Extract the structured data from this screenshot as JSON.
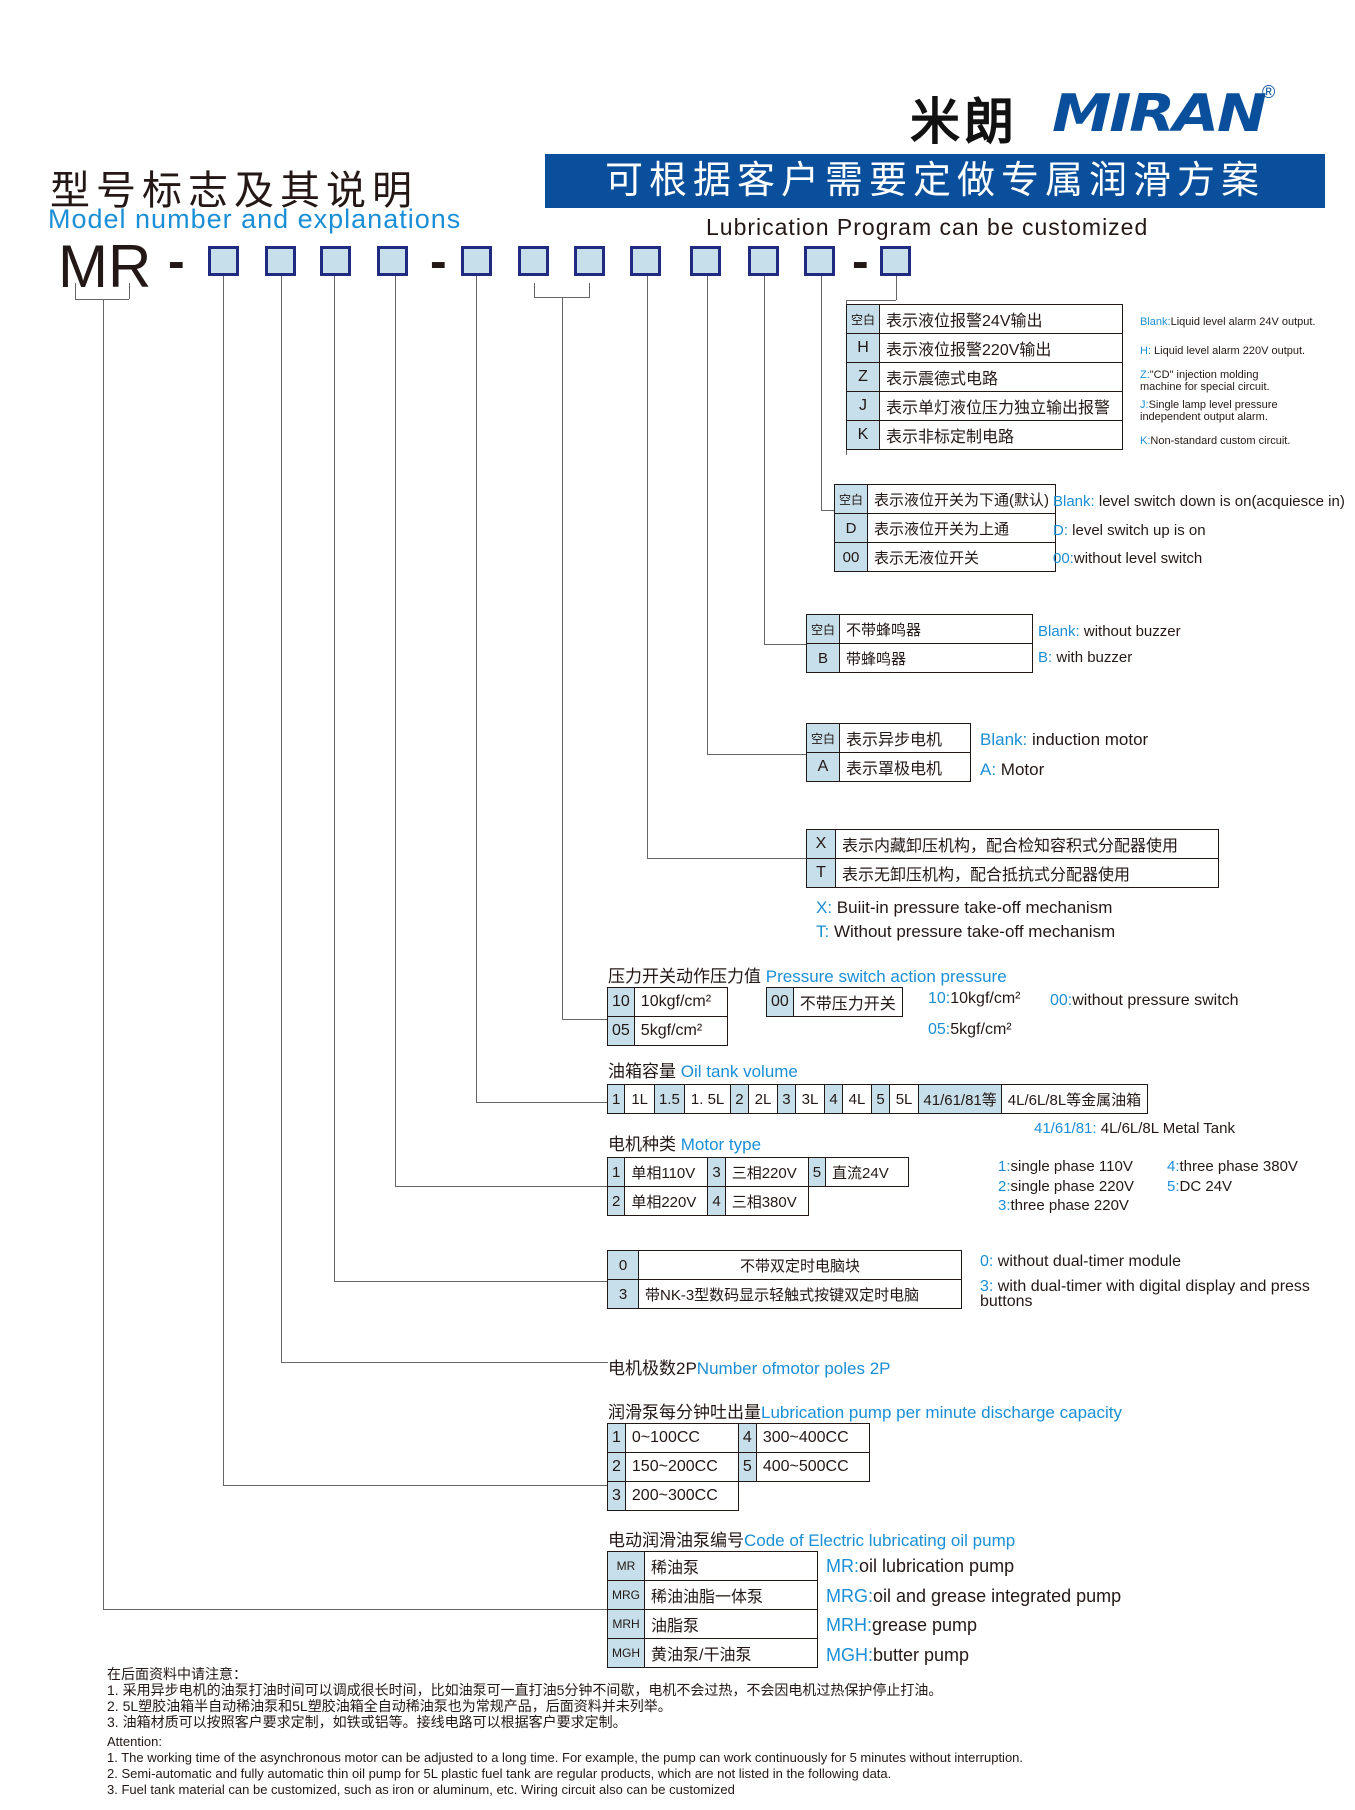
{
  "brand": {
    "name_cn": "米朗",
    "name_en": "MIRAN",
    "registered": "®",
    "color": "#0a4f9b"
  },
  "title": {
    "cn": "型号标志及其说明",
    "en": "Model number and explanations"
  },
  "banner": {
    "cn": "可根据客户需要定做专属润滑方案",
    "en": "Lubrication Program can be customized",
    "color": "#0a4f9b"
  },
  "model_code": {
    "prefix": "MR",
    "dash": "-"
  },
  "accent_color": "#1a8fd6",
  "box_fill": "#c6dfea",
  "circuit": {
    "rows": [
      {
        "key": "空白",
        "cn": "表示液位报警24V输出",
        "en_key": "Blank:",
        "en": "Liquid level alarm 24V output."
      },
      {
        "key": "H",
        "cn": "表示液位报警220V输出",
        "en_key": "H:",
        "en": " Liquid level alarm 220V output."
      },
      {
        "key": "Z",
        "cn": "表示震德式电路",
        "en_key": "Z:",
        "en": "\"CD\" injection molding machine for special circuit."
      },
      {
        "key": "J",
        "cn": "表示单灯液位压力独立输出报警",
        "en_key": "J:",
        "en": "Single lamp level pressure independent output alarm."
      },
      {
        "key": "K",
        "cn": "表示非标定制电路",
        "en_key": "K:",
        "en": "Non-standard custom circuit."
      }
    ]
  },
  "level_switch": {
    "rows": [
      {
        "key": "空白",
        "cn": "表示液位开关为下通(默认)",
        "en_key": "Blank:",
        "en": " level switch down is on(acquiesce in)"
      },
      {
        "key": "D",
        "cn": "表示液位开关为上通",
        "en_key": "D:",
        "en": "  level switch up is on"
      },
      {
        "key": "00",
        "cn": "表示无液位开关",
        "en_key": "00:",
        "en": "without level switch"
      }
    ]
  },
  "buzzer": {
    "rows": [
      {
        "key": "空白",
        "cn": "不带蜂鸣器",
        "en_key": "Blank:",
        "en": " without buzzer"
      },
      {
        "key": "B",
        "cn": "带蜂鸣器",
        "en_key": "B:",
        "en": "  with buzzer"
      }
    ]
  },
  "motor_kind": {
    "rows": [
      {
        "key": "空白",
        "cn": "表示异步电机",
        "en_key": "Blank:",
        "en": " induction motor"
      },
      {
        "key": "A",
        "cn": "表示罩极电机",
        "en_key": "A:",
        "en": "  Motor"
      }
    ]
  },
  "unloading": {
    "rows": [
      {
        "key": "X",
        "cn": "表示内藏卸压机构，配合检知容积式分配器使用",
        "en_key": "X:",
        "en": "  Buiit-in pressure take-off mechanism"
      },
      {
        "key": "T",
        "cn": "表示无卸压机构，配合抵抗式分配器使用",
        "en_key": "T:",
        "en": "  Without pressure take-off mechanism"
      }
    ]
  },
  "pressure": {
    "label_cn": "压力开关动作压力值",
    "label_en": "Pressure switch action pressure",
    "rows": [
      {
        "key": "10",
        "val": "10kgf/cm²"
      },
      {
        "key": "05",
        "val": "5kgf/cm²"
      }
    ],
    "none": {
      "key": "00",
      "val": "不带压力开关"
    },
    "desc": [
      {
        "key": "10:",
        "text": "10kgf/cm²"
      },
      {
        "key": "00:",
        "text": "without pressure switch"
      },
      {
        "key": "05:",
        "text": "5kgf/cm²"
      }
    ]
  },
  "tank": {
    "label_cn": "油箱容量",
    "label_en": "Oil tank volume",
    "cells": [
      {
        "key": "1",
        "val": "1L"
      },
      {
        "key": "1.5",
        "val": "1. 5L"
      },
      {
        "key": "2",
        "val": "2L"
      },
      {
        "key": "3",
        "val": "3L"
      },
      {
        "key": "4",
        "val": "4L"
      },
      {
        "key": "5",
        "val": "5L"
      },
      {
        "key": "41/61/81等",
        "val": "4L/6L/8L等金属油箱"
      }
    ],
    "note_key": "41/61/81:",
    "note": " 4L/6L/8L  Metal Tank"
  },
  "motor_type": {
    "label_cn": "电机种类",
    "label_en": "Motor type",
    "row1": [
      {
        "key": "1",
        "val": "单相110V"
      },
      {
        "key": "3",
        "val": "三相220V"
      },
      {
        "key": "5",
        "val": "直流24V"
      }
    ],
    "row2": [
      {
        "key": "2",
        "val": "单相220V"
      },
      {
        "key": "4",
        "val": "三相380V"
      }
    ],
    "desc": [
      {
        "key": "1:",
        "text": "single phase 110V"
      },
      {
        "key": "4:",
        "text": "three phase 380V"
      },
      {
        "key": "2:",
        "text": "single phase 220V"
      },
      {
        "key": "5:",
        "text": "DC 24V"
      },
      {
        "key": "3:",
        "text": "three phase 220V"
      }
    ]
  },
  "timer": {
    "rows": [
      {
        "key": "0",
        "cn": "不带双定时电脑块",
        "en_key": "0:",
        "en": "  without dual-timer module"
      },
      {
        "key": "3",
        "cn": "带NK-3型数码显示轻触式按键双定时电脑",
        "en_key": "3:",
        "en": "  with dual-timer with digital display and press buttons"
      }
    ]
  },
  "poles": {
    "cn": "电机极数2P",
    "en": "Number ofmotor poles 2P"
  },
  "discharge": {
    "label_cn": "润滑泵每分钟吐出量",
    "label_en": "Lubrication pump per minute discharge capacity",
    "rows": [
      [
        {
          "key": "1",
          "val": "0~100CC"
        },
        {
          "key": "4",
          "val": "300~400CC"
        }
      ],
      [
        {
          "key": "2",
          "val": "150~200CC"
        },
        {
          "key": "5",
          "val": "400~500CC"
        }
      ],
      [
        {
          "key": "3",
          "val": "200~300CC"
        }
      ]
    ]
  },
  "pump_code": {
    "label_cn": "电动润滑油泵编号",
    "label_en": "Code of Electric lubricating oil pump",
    "rows": [
      {
        "key": "MR",
        "cn": "稀油泵",
        "en_key": "MR:",
        "en": "oil lubrication pump"
      },
      {
        "key": "MRG",
        "cn": "稀油油脂一体泵",
        "en_key": "MRG:",
        "en": "oil and grease integrated pump"
      },
      {
        "key": "MRH",
        "cn": "油脂泵",
        "en_key": "MRH:",
        "en": "grease pump"
      },
      {
        "key": "MGH",
        "cn": "黄油泵/干油泵",
        "en_key": "MGH:",
        "en": "butter pump"
      }
    ]
  },
  "notes": {
    "cn_title": "在后面资料中请注意：",
    "cn": [
      "1.  采用异步电机的油泵打油时间可以调成很长时间，比如油泵可一直打油5分钟不间歇，电机不会过热，不会因电机过热保护停止打油。",
      "2.  5L塑胶油箱半自动稀油泵和5L塑胶油箱全自动稀油泵也为常规产品，后面资料并未列举。",
      "3.  油箱材质可以按照客户要求定制，如铁或铝等。接线电路可以根据客户要求定制。"
    ],
    "en_title": "Attention:",
    "en": [
      "1. The working time of the asynchronous motor can be adjusted to a long time. For example, the pump can work continuously for 5 minutes without interruption.",
      "2. Semi-automatic and fully automatic thin oil pump for 5L plastic fuel tank are regular products, which are not listed in the following data.",
      "3. Fuel tank material can be customized, such as iron or aluminum, etc. Wiring circuit also can be customized"
    ]
  }
}
